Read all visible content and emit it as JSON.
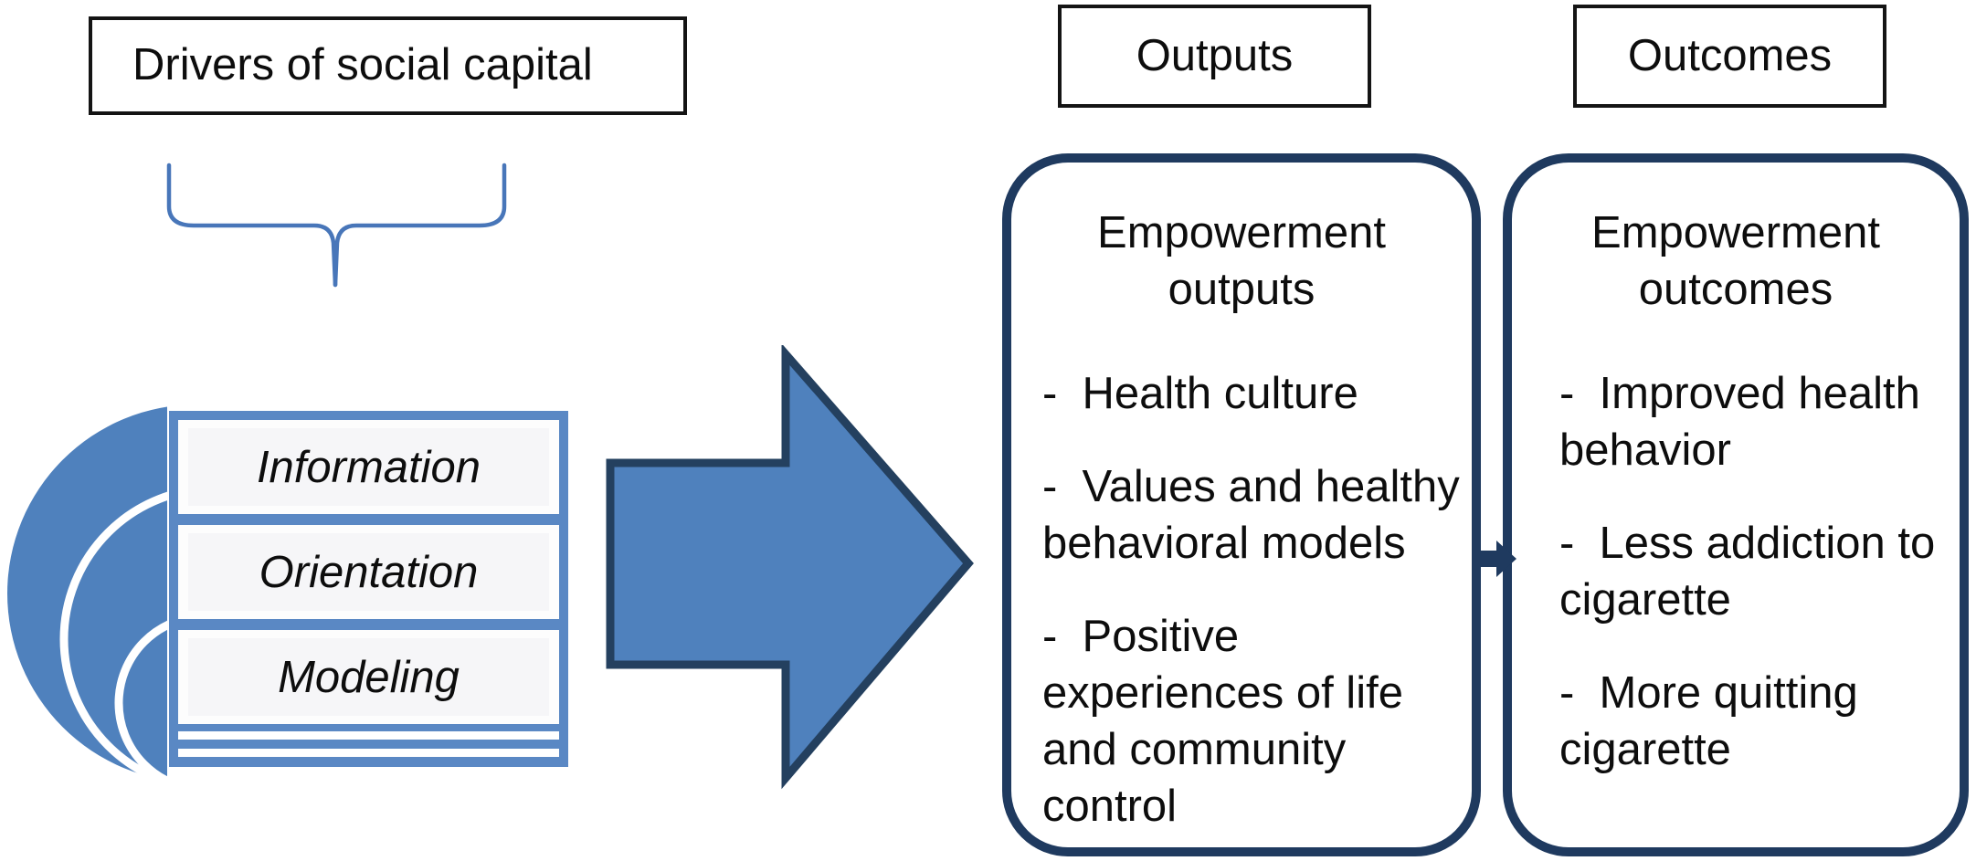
{
  "diagram": {
    "drivers": {
      "label": "Drivers of social capital",
      "components": [
        "Information",
        "Orientation",
        "Modeling"
      ]
    },
    "outputs": {
      "label": "Outputs",
      "panel_title": "Empowerment\noutputs",
      "bullets": [
        "-  Health culture",
        "-  Values and healthy\nbehavioral models",
        "-  Positive\nexperiences of life\nand community\ncontrol"
      ]
    },
    "outcomes": {
      "label": "Outcomes",
      "panel_title": "Empowerment\noutcomes",
      "bullets": [
        "-  Improved health\nbehavior",
        "-  Less addiction to\ncigarette",
        "-  More quitting\ncigarette"
      ]
    },
    "icons": {
      "brace": "curly-brace-down-icon",
      "circles": "nested-circles-icon",
      "flow_arrow": "right-arrow-icon",
      "connector": "small-right-arrow-icon"
    },
    "colors": {
      "accent_blue": "#4f81bd",
      "stack_blue": "#5a88c4",
      "brace_blue": "#4876b9",
      "navy": "#1f3a5f",
      "text": "#0d0d0d",
      "background": "#ffffff"
    }
  }
}
